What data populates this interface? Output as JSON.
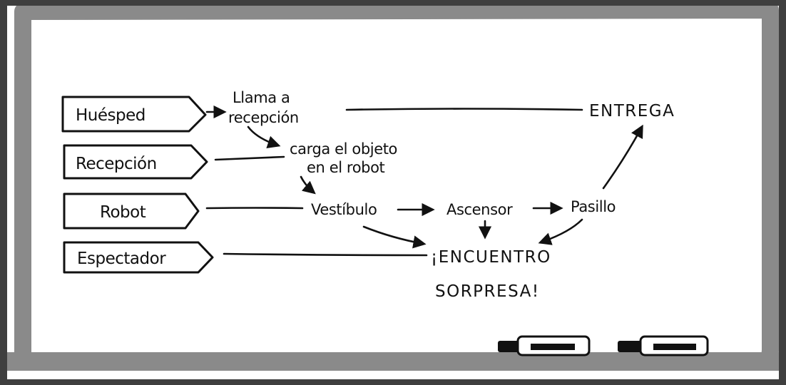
{
  "roles": {
    "guest": "Huésped",
    "reception": "Recepción",
    "robot": "Robot",
    "spectator": "Espectador"
  },
  "steps": {
    "call_line1": "Llama a",
    "call_line2": "recepción",
    "load_line1": "carga el objeto",
    "load_line2": "en el robot",
    "lobby": "Vestíbulo",
    "elevator": "Ascensor",
    "hallway": "Pasillo",
    "delivery": "ENTREGA",
    "surprise_line1": "¡ENCUENTRO",
    "surprise_line2": "SORPRESA!"
  },
  "colors": {
    "frame": "#8a8a8a",
    "background": "#3f3f3f",
    "board": "#ffffff",
    "ink": "#111111"
  },
  "props": {
    "marker_left": "marker-icon",
    "marker_right": "marker-icon"
  }
}
